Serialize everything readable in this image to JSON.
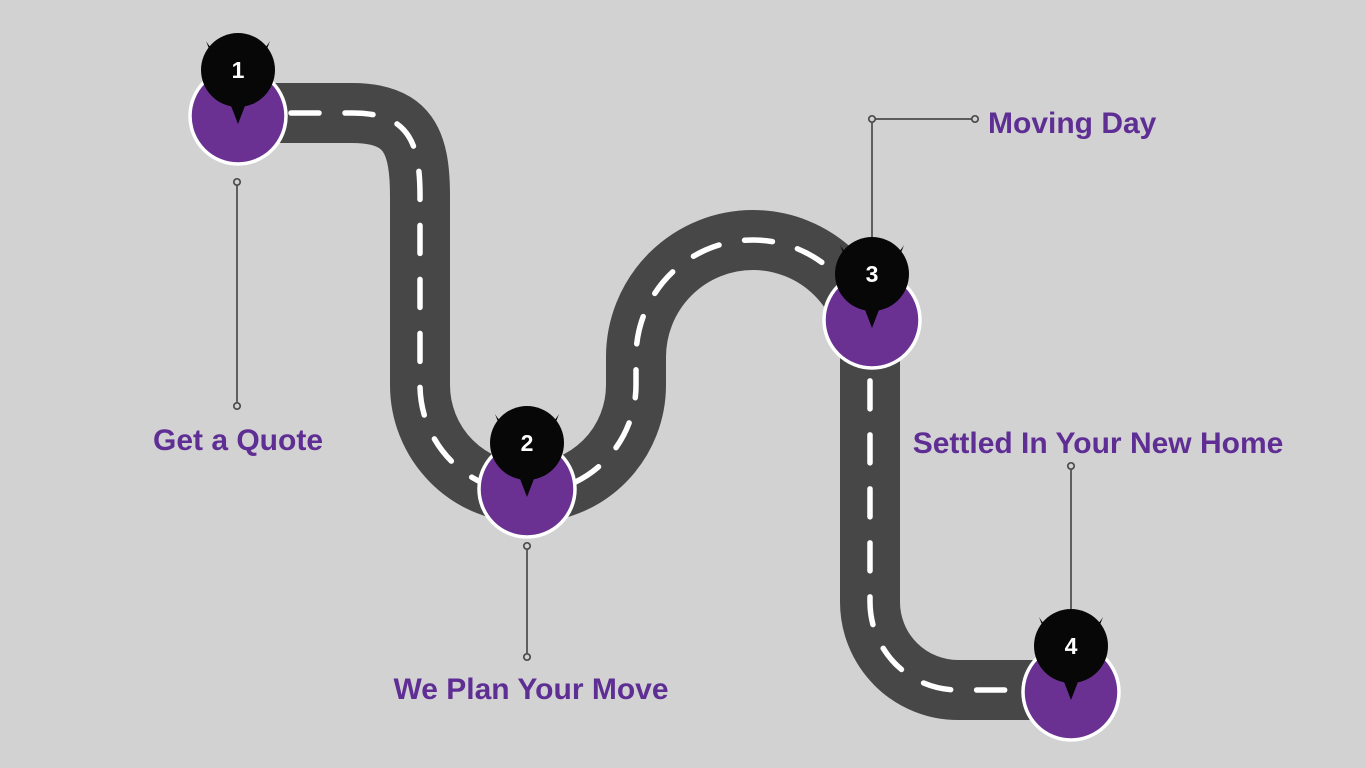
{
  "background_color": "#d2d2d2",
  "colors": {
    "road": "#474747",
    "road_centerline": "#ffffff",
    "connector": "#4b4b4b",
    "pin": "#070707",
    "step_circle": "#6a3192",
    "step_circle_border": "#ffffff",
    "step_number_text": "#ffffff",
    "label_text": "#5f2e94"
  },
  "steps": [
    {
      "number": "1",
      "label": "Get a Quote"
    },
    {
      "number": "2",
      "label": "We Plan Your Move"
    },
    {
      "number": "3",
      "label": "Moving Day"
    },
    {
      "number": "4",
      "label": "Settled In Your New Home"
    }
  ]
}
